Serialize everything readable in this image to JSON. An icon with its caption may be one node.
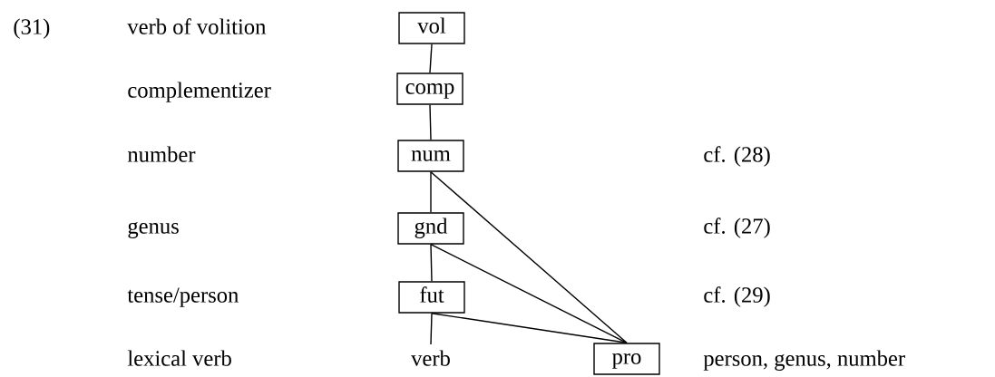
{
  "diagram": {
    "nodes": [
      {
        "text": [
          "vol"
        ]
      },
      {
        "text": [
          "comp"
        ]
      },
      {
        "text": [
          "num"
        ]
      },
      {
        "text": [
          "gnd"
        ]
      },
      {
        "text": [
          "fut"
        ]
      },
      {
        "text": [
          "verb"
        ]
      },
      {
        "text": [
          "pro"
        ]
      }
    ],
    "edges": [
      {
        "from": 0,
        "to": 1,
        "arrow": "none"
      },
      {
        "from": 1,
        "to": 2,
        "arrow": "none"
      },
      {
        "from": 2,
        "to": 3,
        "arrow": "none"
      },
      {
        "from": 3,
        "to": 4,
        "arrow": "none"
      },
      {
        "from": 4,
        "to": 5,
        "arrow": "none"
      },
      {
        "from": 2,
        "to": 6,
        "arrow": "none"
      },
      {
        "from": 3,
        "to": 6,
        "arrow": "none"
      },
      {
        "from": 4,
        "to": 6,
        "arrow": "none"
      }
    ],
    "labels": [
      "(31)",
      "verb of volition",
      "complementizer",
      "number",
      "cf. (28)",
      "genus",
      "cf. (27)",
      "tense/person",
      "cf. (29)",
      "lexical verb",
      "person, genus, number"
    ]
  }
}
